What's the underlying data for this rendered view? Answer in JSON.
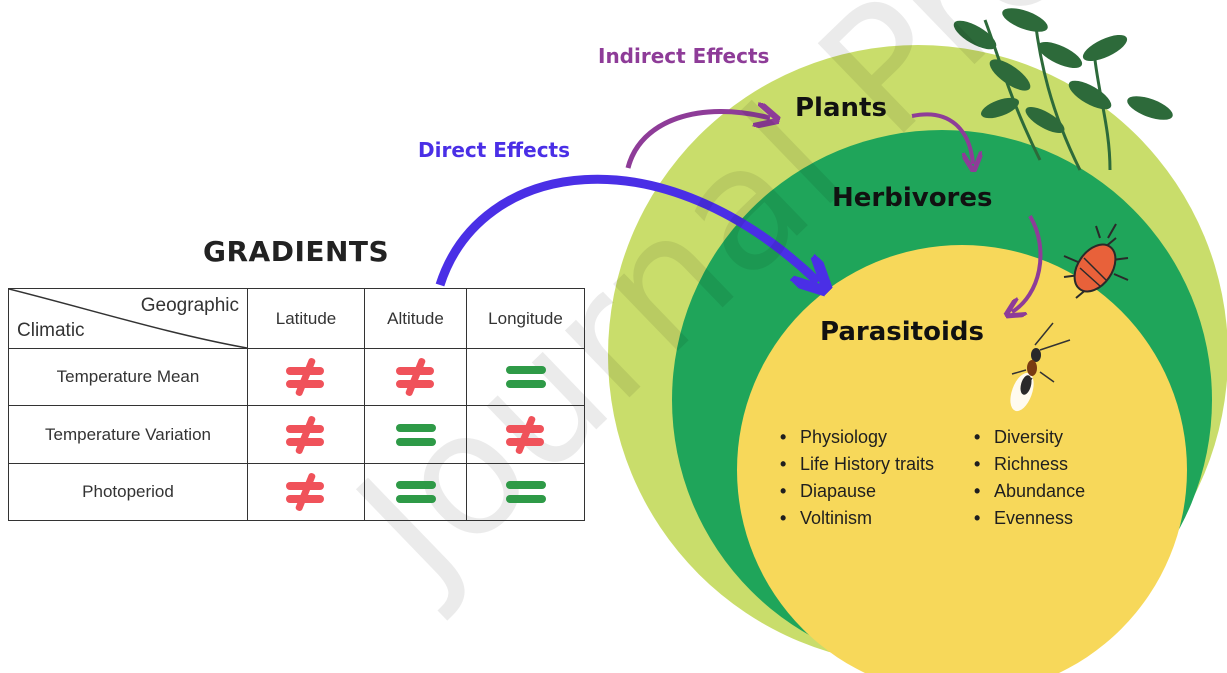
{
  "labels": {
    "indirect": "Indirect Effects",
    "direct": "Direct Effects",
    "gradients": "GRADIENTS",
    "plants": "Plants",
    "herbivores": "Herbivores",
    "parasitoids": "Parasitoids"
  },
  "table": {
    "corner_top": "Geographic",
    "corner_bottom": "Climatic",
    "columns": [
      "Latitude",
      "Altitude",
      "Longitude"
    ],
    "rows": [
      {
        "label": "Temperature Mean",
        "cells": [
          "≠",
          "≠",
          "="
        ]
      },
      {
        "label": "Temperature Variation",
        "cells": [
          "≠",
          "=",
          "≠"
        ]
      },
      {
        "label": "Photoperiod",
        "cells": [
          "≠",
          "=",
          "="
        ]
      }
    ]
  },
  "traits_left": [
    "Physiology",
    "Life History traits",
    "Diapause",
    "Voltinism"
  ],
  "traits_right": [
    "Diversity",
    "Richness",
    "Abundance",
    "Evenness"
  ],
  "watermark": "Journal Pre-proof",
  "colors": {
    "outer_circle": "#c9dd6b",
    "middle_circle": "#1fa55a",
    "inner_circle": "#f7d85a",
    "indirect_arrow": "#8e3c98",
    "direct_arrow": "#4a2fe6",
    "not_equal": "#f0525a",
    "equal": "#2e9a47"
  }
}
